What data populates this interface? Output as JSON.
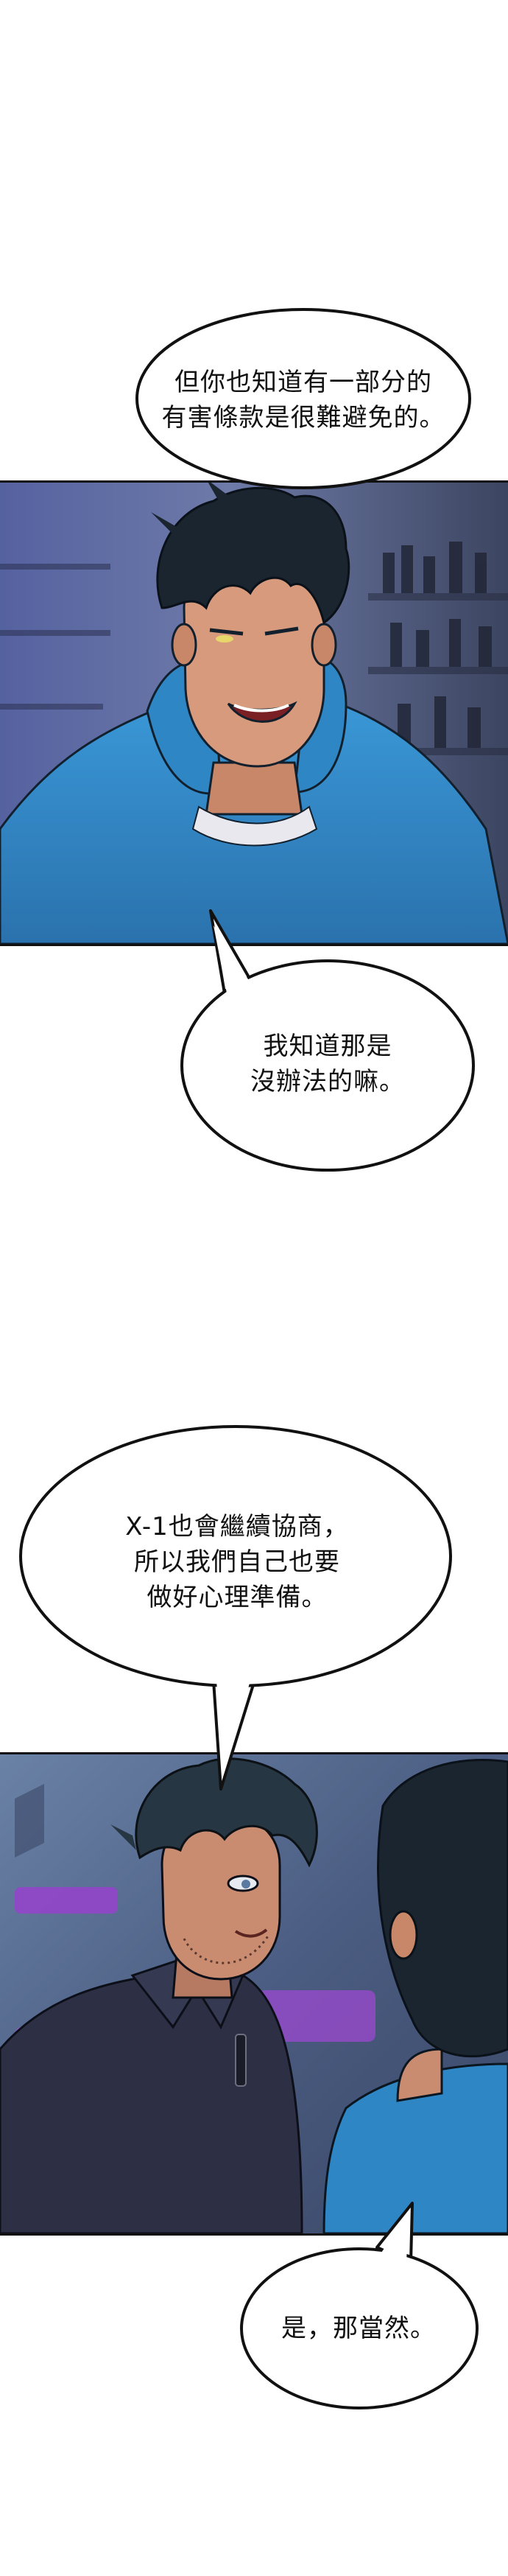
{
  "speech": [
    {
      "id": "b1",
      "text": "但你也知道有一部分的\n有害條款是很難避免的。"
    },
    {
      "id": "b2",
      "text": "我知道那是\n沒辦法的嘛。"
    },
    {
      "id": "b3",
      "text": "X-1也會繼續協商，\n所以我們自己也要\n做好心理準備。"
    },
    {
      "id": "b4",
      "text": "是，那當然。"
    }
  ],
  "colors": {
    "background": "#ffffff",
    "bubble_fill": "#ffffff",
    "bubble_stroke": "#111111",
    "hoodie_blue": "#2f86c4",
    "hair_dark": "#1b2530",
    "panel1_bg": "#4a5578",
    "panel2_bg": "#5a6d8e",
    "jacket": "#2d3044",
    "neon_purple": "#9a3fd0"
  }
}
